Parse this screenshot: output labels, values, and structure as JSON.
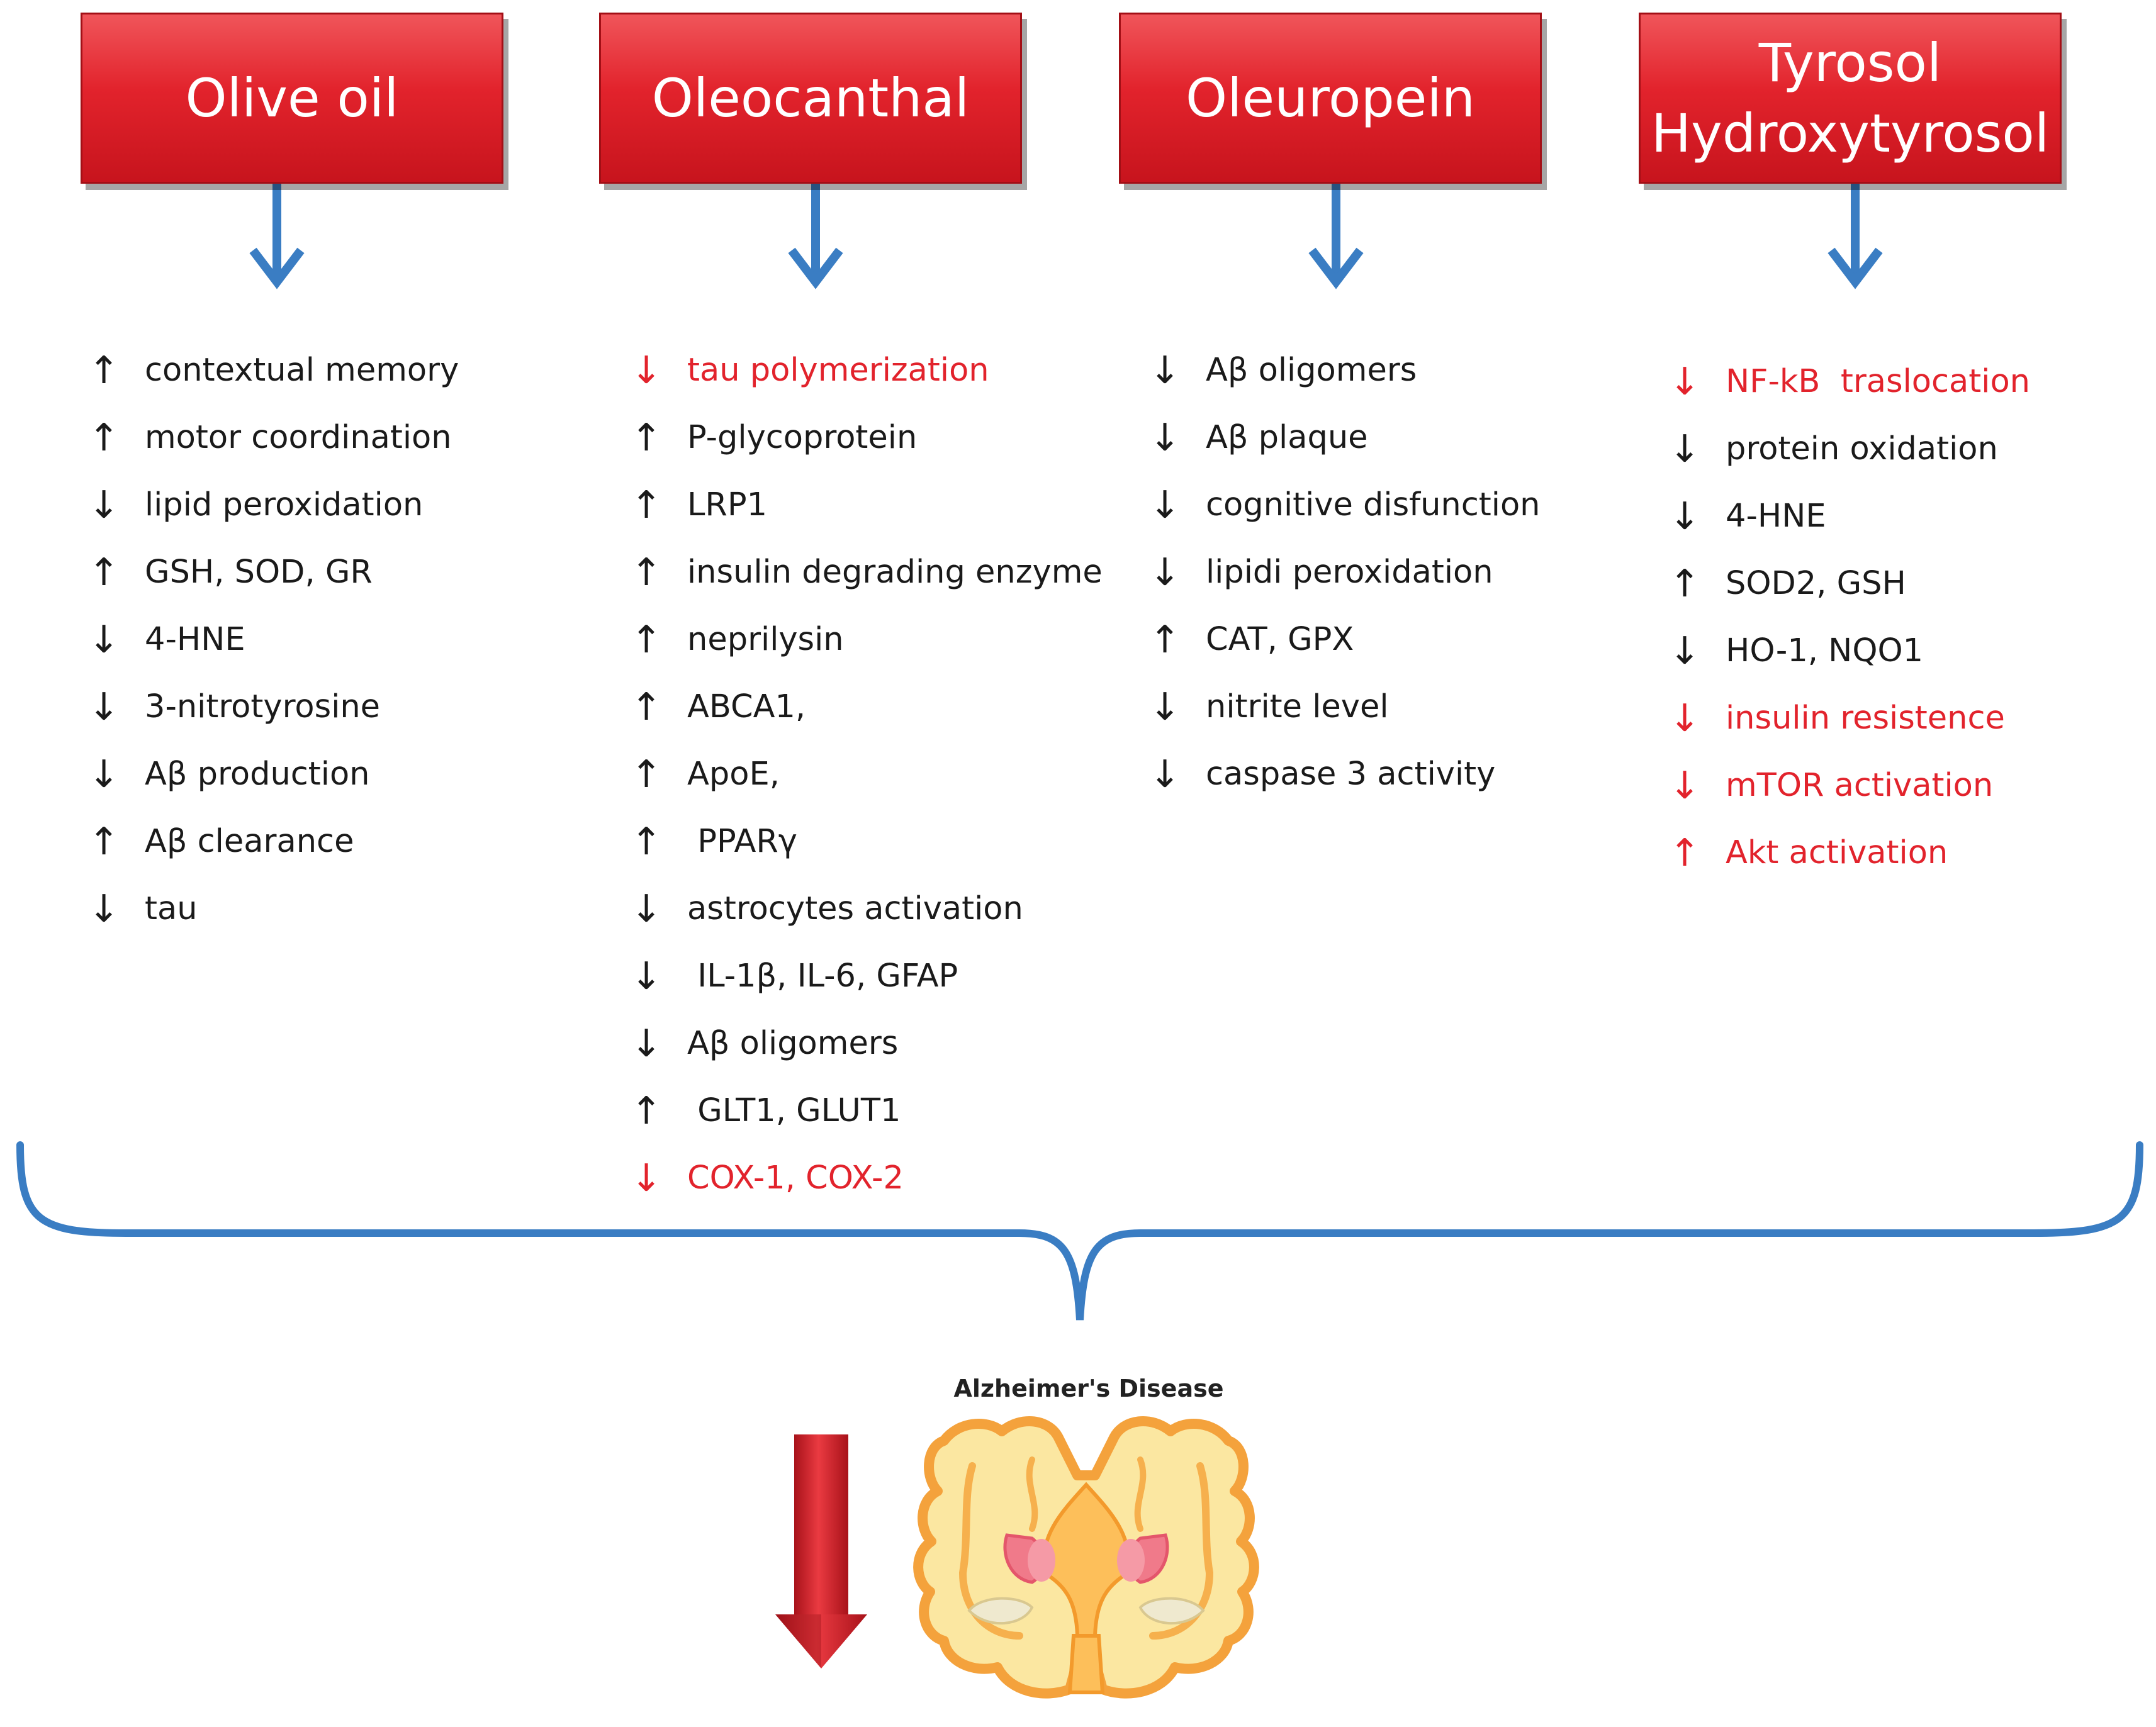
{
  "compounds": [
    {
      "title_lines": [
        "Olive oil"
      ],
      "effects": [
        {
          "dir": "↑",
          "label": "contextual memory",
          "red": false
        },
        {
          "dir": "↑",
          "label": "motor coordination",
          "red": false
        },
        {
          "dir": "↓",
          "label": "lipid peroxidation",
          "red": false
        },
        {
          "dir": "↑",
          "label": "GSH, SOD, GR",
          "red": false
        },
        {
          "dir": "↓",
          "label": "4-HNE",
          "red": false
        },
        {
          "dir": "↓",
          "label": "3-nitrotyrosine",
          "red": false
        },
        {
          "dir": "↓",
          "label": "Aβ production",
          "red": false
        },
        {
          "dir": "↑",
          "label": "Aβ clearance",
          "red": false
        },
        {
          "dir": "↓",
          "label": "tau",
          "red": false
        }
      ]
    },
    {
      "title_lines": [
        "Oleocanthal"
      ],
      "effects": [
        {
          "dir": "↓",
          "label": "tau polymerization",
          "red": true
        },
        {
          "dir": "↑",
          "label": "P-glycoprotein",
          "red": false
        },
        {
          "dir": "↑",
          "label": "LRP1",
          "red": false
        },
        {
          "dir": "↑",
          "label": "insulin degrading enzyme",
          "red": false
        },
        {
          "dir": "↑",
          "label": "neprilysin",
          "red": false
        },
        {
          "dir": "↑",
          "label": "ABCA1,",
          "red": false
        },
        {
          "dir": "↑",
          "label": "ApoE,",
          "red": false
        },
        {
          "dir": "↑",
          "label": " PPARγ",
          "red": false
        },
        {
          "dir": "↓",
          "label": "astrocytes activation",
          "red": false
        },
        {
          "dir": "↓",
          "label": " IL-1β, IL-6, GFAP",
          "red": false
        },
        {
          "dir": "↓",
          "label": "Aβ oligomers",
          "red": false
        },
        {
          "dir": "↑",
          "label": " GLT1, GLUT1",
          "red": false
        },
        {
          "dir": "↓",
          "label": "COX-1, COX-2",
          "red": true
        }
      ]
    },
    {
      "title_lines": [
        "Oleuropein"
      ],
      "effects": [
        {
          "dir": "↓",
          "label": "Aβ oligomers",
          "red": false
        },
        {
          "dir": "↓",
          "label": "Aβ plaque",
          "red": false
        },
        {
          "dir": "↓",
          "label": "cognitive disfunction",
          "red": false
        },
        {
          "dir": "↓",
          "label": "lipidi peroxidation",
          "red": false
        },
        {
          "dir": "↑",
          "label": "CAT, GPX",
          "red": false
        },
        {
          "dir": "↓",
          "label": "nitrite level",
          "red": false
        },
        {
          "dir": "↓",
          "label": "caspase 3 activity",
          "red": false
        }
      ]
    },
    {
      "title_lines": [
        "Tyrosol",
        "Hydroxytyrosol"
      ],
      "effects": [
        {
          "dir": "↓",
          "label": "NF-kB  traslocation",
          "red": true
        },
        {
          "dir": "↓",
          "label": "protein oxidation",
          "red": false
        },
        {
          "dir": "↓",
          "label": "4-HNE",
          "red": false
        },
        {
          "dir": "↑",
          "label": "SOD2, GSH",
          "red": false
        },
        {
          "dir": "↓",
          "label": "HO-1, NQO1",
          "red": false
        },
        {
          "dir": "↓",
          "label": "insulin resistence",
          "red": true
        },
        {
          "dir": "↓",
          "label": "mTOR activation",
          "red": true
        },
        {
          "dir": "↑",
          "label": "Akt activation",
          "red": true
        }
      ]
    }
  ],
  "outcome": {
    "title": "Alzheimer's Disease",
    "icon": "brain-coronal-section-icon"
  },
  "colors": {
    "header_red": "#e2232c",
    "accent_red": "#e2232c",
    "arrow_blue": "#3a7dc3",
    "brace_blue": "#3a7dc3",
    "text": "#1a1a1a"
  }
}
